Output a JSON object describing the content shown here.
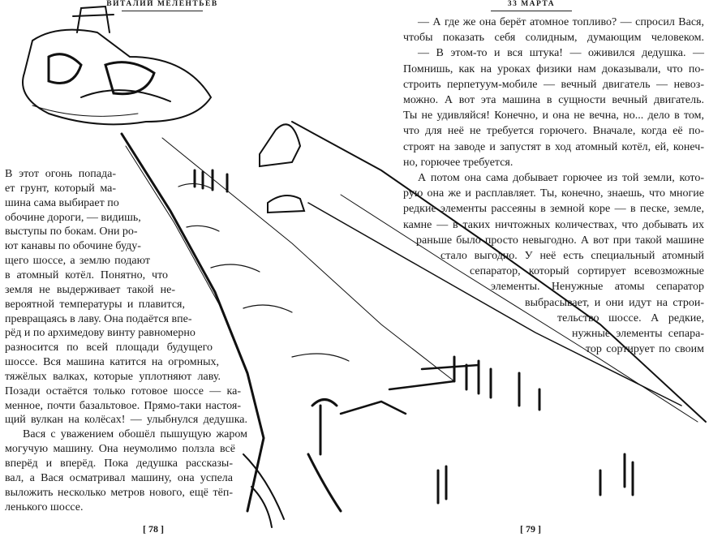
{
  "left_page": {
    "header": "ВИТАЛИЙ МЕЛЕНТЬЕВ",
    "page_number": "[ 78 ]",
    "lines": [
      "В этот огонь попада-",
      "ет грунт, который ма-",
      "шина сама выбирает по",
      "обочине дороги, — видишь,",
      "выступы по бокам. Они ро-",
      "ют канавы по обочине буду-",
      "щего шоссе, а землю подают",
      "в атомный котёл. Понятно, что",
      "земля не выдерживает такой не-",
      "вероятной температуры и плавится,",
      "превращаясь в лаву. Она подаётся впе-",
      "рёд и по архимедову винту равномерно",
      "разносится по всей площади будущего",
      "шоссе. Вся машина катится на огромных,",
      "тяжёлых валках, которые уплотняют лаву.",
      "Позади остаётся только готовое шоссе — ка-",
      "менное, почти базальтовое. Прямо-таки настоя-",
      "щий вулкан на колёсах! — улыбнулся дедушка.",
      "Вася с уважением обошёл пышущую жаром",
      "могучую машину. Она неумолимо ползла всё",
      "вперёд и вперёд. Пока дедушка рассказы-",
      "вал, а Вася осматривал машину, она успела",
      "выложить несколько метров нового, ещё тёп-",
      "ленького шоссе."
    ]
  },
  "right_page": {
    "header": "33 МАРТА",
    "page_number": "[ 79 ]",
    "lines": [
      "— А где же она берёт атомное топливо? — спросил Вася,",
      "чтобы показать себя солидным, думающим человеком.",
      "— В этом-то и вся штука! — оживился дедушка. —",
      "Помнишь, как на уроках физики нам доказывали, что по-",
      "строить перпетуум-мобиле — вечный двигатель — невоз-",
      "можно. А вот эта машина в сущности вечный двигатель.",
      "Ты не удивляйся! Конечно, и она не вечна, но... дело в том,",
      "что для неё не требуется горючего. Вначале, когда её по-",
      "строят на заводе и запустят в ход атомный котёл, ей, конеч-",
      "но, горючее требуется.",
      "А потом она сама добывает горючее из той земли, кото-",
      "рую она же и расплавляет. Ты, конечно, знаешь, что многие",
      "редкие элементы рассеяны в земной коре — в песке, земле,",
      "камне — в таких ничтожных количествах, что добывать их",
      "раньше было просто невыгодно. А вот при такой машине",
      "стало выгодно. У неё есть специальный атомный",
      "сепаратор, который сортирует всевозможные",
      "элементы. Ненужные атомы сепаратор",
      "выбрасывает, и они идут на строи-",
      "тельство шоссе. А редкие,",
      "нужные элементы сепара-",
      "тор сортирует по своим"
    ]
  }
}
